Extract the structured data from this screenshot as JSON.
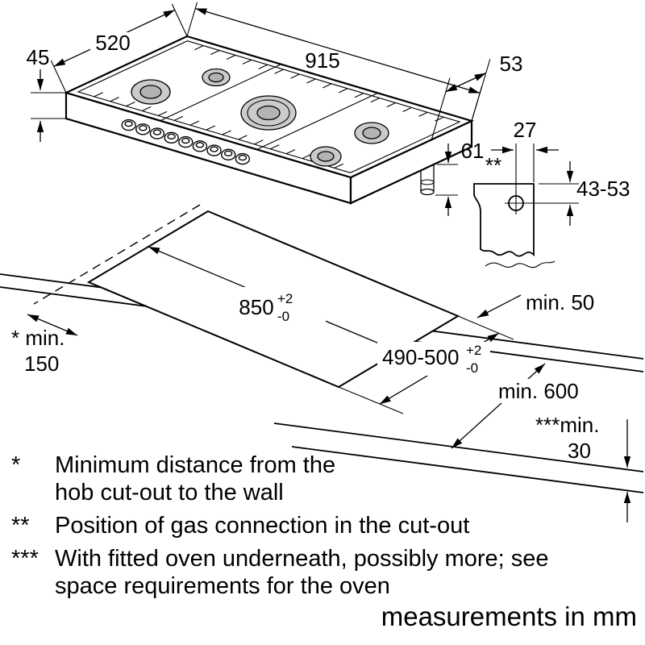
{
  "hob_view": {
    "dim_width": "915",
    "dim_depth": "520",
    "dim_thickness": "45",
    "dim_back_right": "53",
    "dim_gas_height": "61"
  },
  "gas_detail": {
    "dim_offset": "27",
    "position_marker": "**",
    "dim_range": "43-53"
  },
  "installation": {
    "cutout_width": "850",
    "cutout_width_tol_plus": "+2",
    "cutout_width_tol_minus": "-0",
    "cutout_depth": "490-500",
    "cutout_depth_tol_plus": "+2",
    "cutout_depth_tol_minus": "-0",
    "min_back_clearance": "min. 50",
    "min_wall_label": "* min.",
    "min_wall_value": "150",
    "min_worktop_depth": "min. 600",
    "min_thickness_label": "***min.",
    "min_thickness_value": "30"
  },
  "footnotes": [
    {
      "marker": "*",
      "text": "Minimum distance from the hob cut-out to the wall"
    },
    {
      "marker": "**",
      "text": "Position of gas connection in the cut-out"
    },
    {
      "marker": "***",
      "text": "With fitted oven underneath, possibly more; see space requirements for the oven"
    }
  ],
  "footer": "measurements in mm"
}
